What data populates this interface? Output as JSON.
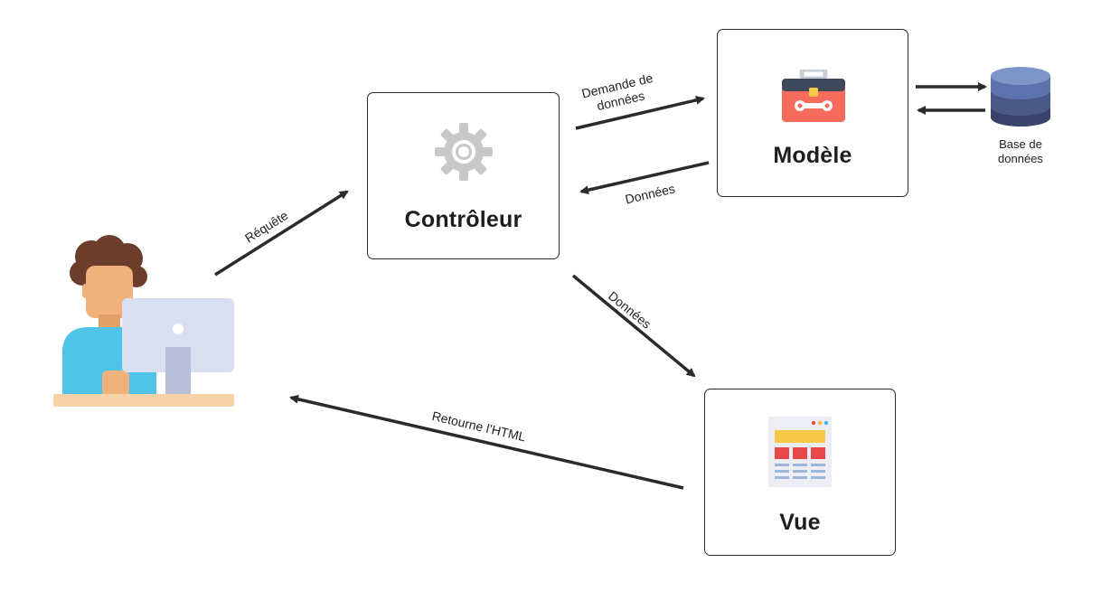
{
  "nodes": {
    "controller": {
      "title": "Contrôleur",
      "icon": "gear-icon"
    },
    "model": {
      "title": "Modèle",
      "icon": "toolbox-icon"
    },
    "view": {
      "title": "Vue",
      "icon": "webpage-icon"
    },
    "database": {
      "label_line1": "Base de",
      "label_line2": "données",
      "icon": "database-icon"
    },
    "user": {
      "icon": "user-at-computer-icon"
    }
  },
  "edges": {
    "request": "Réquête",
    "data_request_line1": "Demande de",
    "data_request_line2": "données",
    "data_model_to_controller": "Données",
    "data_controller_to_view": "Données",
    "return_html": "Retourne l’HTML"
  },
  "colors": {
    "stroke": "#2b2b2b",
    "gear": "#c8c8c8",
    "toolbox_body": "#f56b5c",
    "toolbox_top": "#3e4a5c",
    "toolbox_clasp": "#f7c948",
    "db_top": "#7d96c8",
    "db_mid": "#5567a0",
    "db_bottom": "#39436a",
    "skin": "#f0b27a",
    "hair": "#6b3d2a",
    "shirt": "#4fc3e8",
    "desk": "#f5d3a6",
    "monitor": "#d9dff0"
  }
}
